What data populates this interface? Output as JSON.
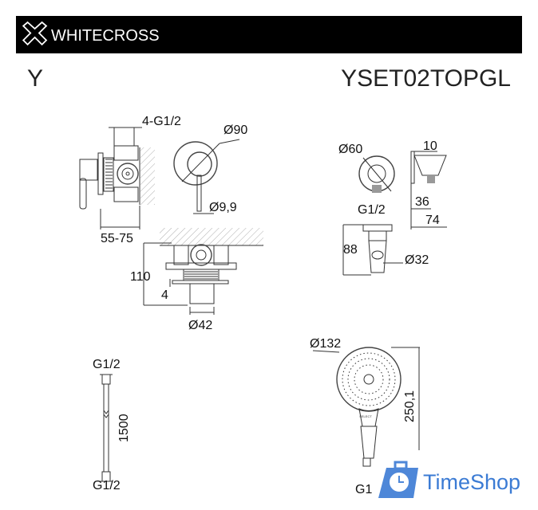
{
  "header": {
    "brand": "WHITECROSS",
    "logo_icon": "cross-outline-logo-icon",
    "background": "#000000"
  },
  "series_letter": "Y",
  "model": "YSET02TOPGL",
  "mixer": {
    "side": {
      "thread": "4-G1/2",
      "depth": "55-75"
    },
    "front": {
      "plate_diameter": "Ø90",
      "lever_diameter": "Ø9,9"
    },
    "top": {
      "height": "110",
      "offset": "4",
      "diameter": "Ø42"
    }
  },
  "wall_outlet": {
    "diameter": "Ø60",
    "thread": "G1/2",
    "width": "10",
    "depth_a": "36",
    "depth_b": "74"
  },
  "holder": {
    "height": "88",
    "diameter": "Ø32"
  },
  "hose": {
    "thread_top": "G1/2",
    "length": "1500",
    "thread_bottom": "G1/2"
  },
  "hand_shower": {
    "diameter": "Ø132",
    "length": "250,1",
    "thread": "G1",
    "button_label": "SELECT"
  },
  "watermark": {
    "text": "TimeShop",
    "color": "#3b7bd4"
  }
}
